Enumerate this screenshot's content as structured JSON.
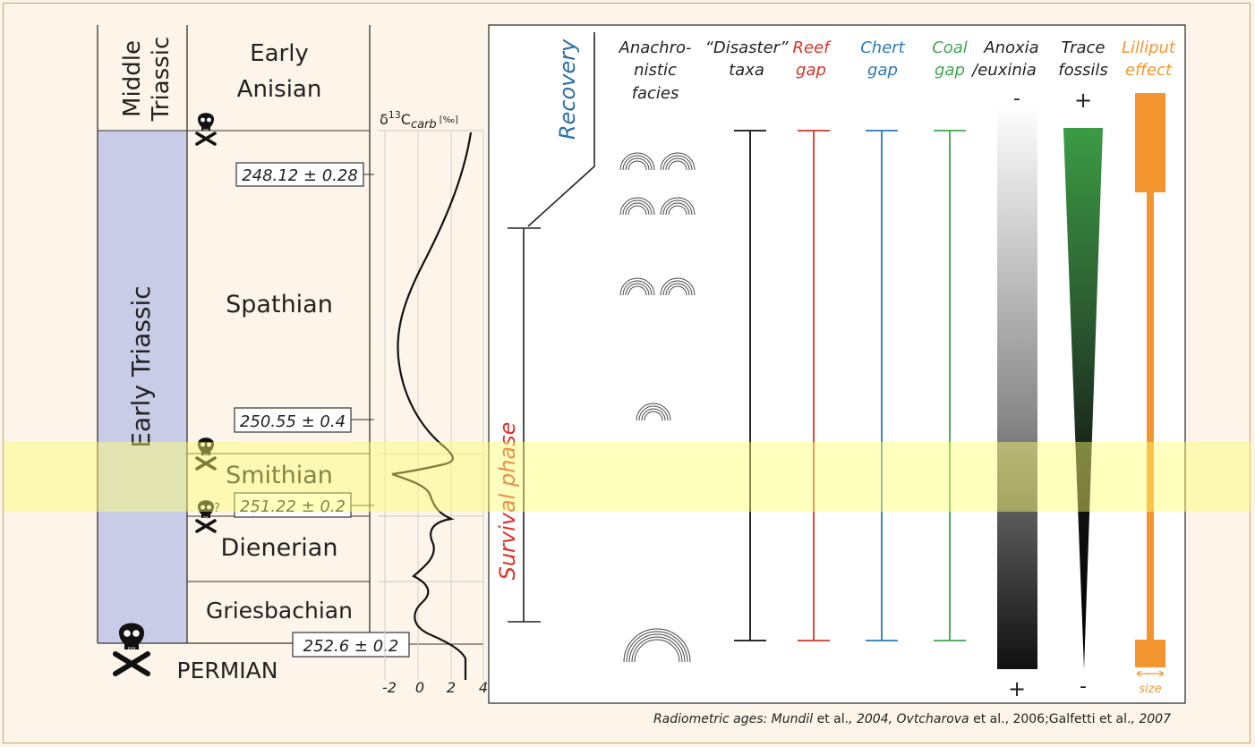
{
  "strat": {
    "middle_triassic_line1": "Middle",
    "middle_triassic_line2": "Triassic",
    "early_triassic": "Early Triassic",
    "early_anisian_line1": "Early",
    "early_anisian_line2": "Anisian",
    "spathian": "Spathian",
    "smithian": "Smithian",
    "dienerian": "Dienerian",
    "griesbachian": "Griesbachian",
    "permian": "PERMIAN"
  },
  "ages": {
    "age1": "248.12 ± 0.28",
    "age2": "250.55 ± 0.4",
    "age3": "251.22 ± 0.2",
    "age4": "252.6 ± 0.2"
  },
  "extinction_query": "?",
  "isotope": {
    "delta": "δ",
    "superscript": "13",
    "c_letter": "C",
    "subscript": "carb",
    "unit": "[‰]",
    "ticks": [
      "-2",
      "0",
      "2",
      "4"
    ]
  },
  "phases": {
    "recovery": "Recovery",
    "survival": "Survival phase"
  },
  "columns": {
    "anachronistic_1": "Anachro-",
    "anachronistic_2": "nistic",
    "anachronistic_3": "facies",
    "disaster_1": "“Disaster”",
    "disaster_2": "taxa",
    "reef_1": "Reef",
    "reef_2": "gap",
    "chert_1": "Chert",
    "chert_2": "gap",
    "coal_1": "Coal",
    "coal_2": "gap",
    "anoxia_1": "Anoxia",
    "anoxia_2": "/euxinia",
    "trace_1": "Trace",
    "trace_2": "fossils",
    "lilliput_1": "Lilliput",
    "lilliput_2": "effect"
  },
  "signs": {
    "anoxia_top": "-",
    "anoxia_bottom": "+",
    "trace_top": "+",
    "trace_bottom": "-"
  },
  "size_label": "size",
  "caption": {
    "part1": "Radiometric ages: Mundil",
    "part2": " et al.",
    "part3": ", 2004, Ovtcharova",
    "part4": " et al., 2006;Galfetti et al.",
    "part5": ", 2007"
  },
  "colors": {
    "background": "#fdf5e9",
    "early_triassic_fill": "#c8cce6",
    "highlight_band": "#fffe6e",
    "survival_text": "#d9342b",
    "recovery_text": "#2a6fa8",
    "reef": "#d9342b",
    "chert": "#2a7ab8",
    "coal": "#3ca84a",
    "trace_fill": "#3b9b45",
    "lilliput": "#f39630"
  }
}
